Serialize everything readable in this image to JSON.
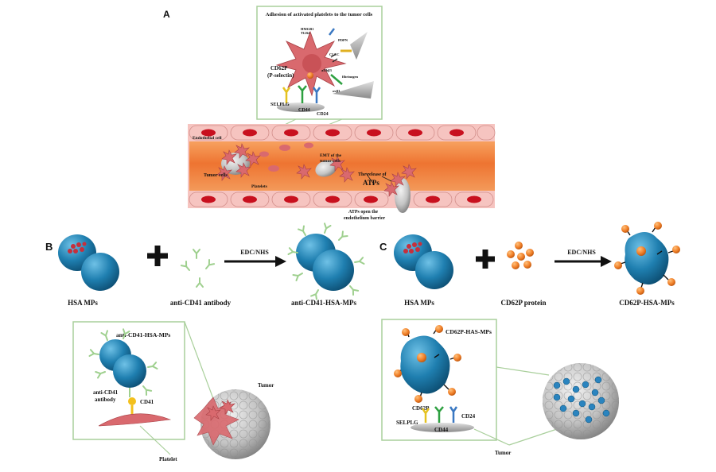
{
  "panels": {
    "a": "A",
    "b": "B",
    "c": "C"
  },
  "panel_a": {
    "box_title": "Adhesion of activated platelets to the tumor cells",
    "cd62p_line1": "CD62P",
    "cd62p_line2": "(P-selectin)",
    "receptor_top1": "HMGB1",
    "receptor_top2": "TLR4",
    "receptor_pdpn": "PDPN",
    "receptor_clec": "CLEC",
    "receptor_aiib": "aIIbβ3",
    "receptor_fibrinogen": "fibrinogen",
    "receptor_avb3": "αvβ3",
    "selplg": "SELPLG",
    "cd44": "CD44",
    "cd24": "CD24",
    "endothelial_cell": "Endothelial cell",
    "tumor_cells": "Tumor cells",
    "platelets": "Platelets",
    "emt_line1": "EMT of the",
    "emt_line2": "tumor cells",
    "release_line1": "The release of",
    "release_line2": "ATPs",
    "atps_open1": "ATPs open the",
    "atps_open2": "endothelium barrier"
  },
  "panel_b": {
    "hsa": "HSA MPs",
    "antibody": "anti-CD41 antibody",
    "reaction": "EDC/NHS",
    "product": "anti-CD41-HSA-MPs",
    "inset_product": "anti-CD41-HSA-MPs",
    "inset_antibody1": "anti-CD41",
    "inset_antibody2": "antibody",
    "cd41": "CD41",
    "platelet": "Platelet",
    "tumor": "Tumor"
  },
  "panel_c": {
    "hsa": "HSA MPs",
    "protein": "CD62P protein",
    "reaction": "EDC/NHS",
    "product": "CD62P-HSA-MPs",
    "inset_product": "CD62P-HAS-MPs",
    "cd62p": "CD62P",
    "selplg": "SELPLG",
    "cd44": "CD44",
    "cd24": "CD24",
    "tumor": "Tumor"
  },
  "colors": {
    "microparticle": "#1f7fb0",
    "protein": "#f07f28",
    "antibody": "#9fd08f",
    "vessel": "#f08a4a",
    "endothelium": "#f6c4c0",
    "nucleus": "#c8101e",
    "platelet": "#d9696e",
    "tumor": "#c9c9c9",
    "inset_border": "#a9cf9b"
  }
}
